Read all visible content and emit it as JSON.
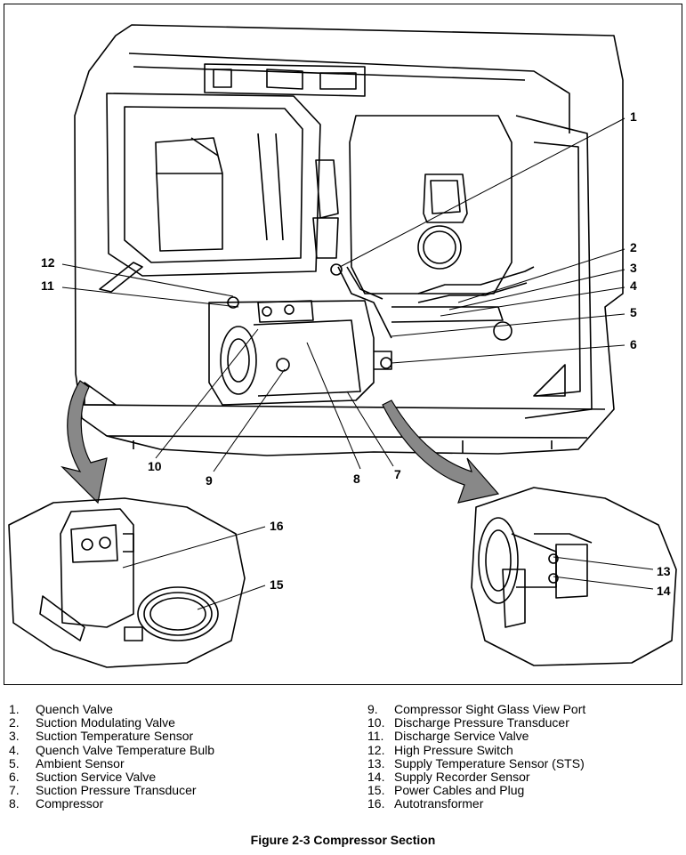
{
  "callouts": [
    "1",
    "2",
    "3",
    "4",
    "5",
    "6",
    "7",
    "8",
    "9",
    "10",
    "11",
    "12",
    "13",
    "14",
    "15",
    "16"
  ],
  "legend_left": [
    {
      "num": "1.",
      "label": "Quench Valve"
    },
    {
      "num": "2.",
      "label": "Suction Modulating Valve"
    },
    {
      "num": "3.",
      "label": "Suction Temperature Sensor"
    },
    {
      "num": "4.",
      "label": "Quench Valve Temperature Bulb"
    },
    {
      "num": "5.",
      "label": "Ambient Sensor"
    },
    {
      "num": "6.",
      "label": "Suction Service Valve"
    },
    {
      "num": "7.",
      "label": "Suction Pressure Transducer"
    },
    {
      "num": "8.",
      "label": "Compressor"
    }
  ],
  "legend_right": [
    {
      "num": "9.",
      "label": "Compressor Sight Glass View Port"
    },
    {
      "num": "10.",
      "label": "Discharge Pressure Transducer"
    },
    {
      "num": "11.",
      "label": "Discharge Service Valve"
    },
    {
      "num": "12.",
      "label": "High Pressure Switch"
    },
    {
      "num": "13.",
      "label": "Supply Temperature Sensor (STS)"
    },
    {
      "num": "14.",
      "label": "Supply Recorder Sensor"
    },
    {
      "num": "15.",
      "label": "Power Cables and Plug"
    },
    {
      "num": "16.",
      "label": "Autotransformer"
    }
  ],
  "caption": "Figure 2-3 Compressor Section"
}
